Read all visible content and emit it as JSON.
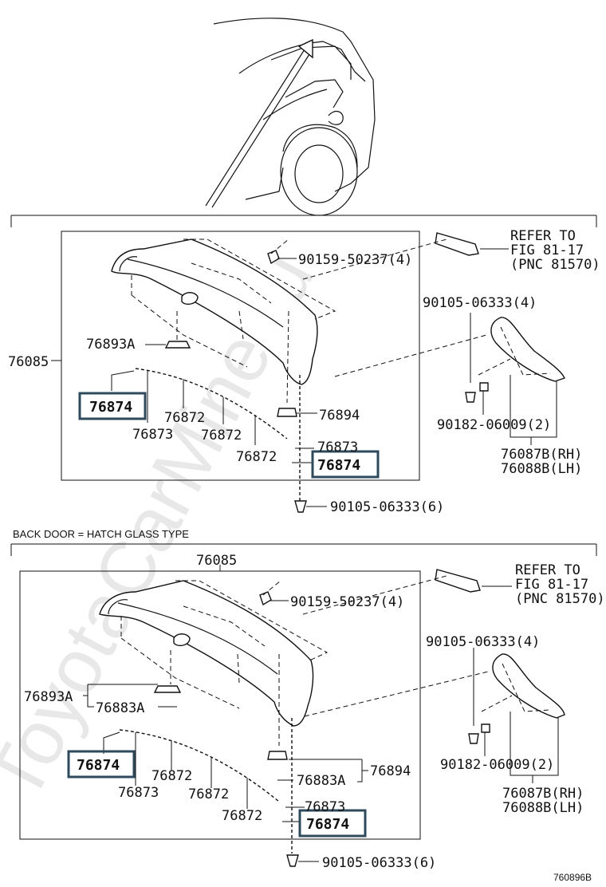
{
  "watermark": "ToyotaCarMine.ru",
  "section_caption": "BACK DOOR = HATCH GLASS TYPE",
  "diagram_code": "760896B",
  "top": {
    "assembly": "76085",
    "clip": "76893A",
    "bolt_top": "90159-50237(4)",
    "refer_1": "REFER TO",
    "refer_2": "FIG 81-17",
    "refer_3": "(PNC 81570)",
    "bolt_side": "90105-06333(4)",
    "nut": "90182-06009(2)",
    "rh": "76087B(RH)",
    "lh": "76088B(LH)",
    "tape_a": "76874",
    "tape_b": "76874",
    "t873_a": "76873",
    "t873_b": "76873",
    "t872_a": "76872",
    "t872_b": "76872",
    "t872_c": "76872",
    "clip_b": "76894",
    "bolt_bottom": "90105-06333(6)"
  },
  "bottom": {
    "assembly": "76085",
    "clip": "76893A",
    "clip_sub": "76883A",
    "clip_sub_b": "76883A",
    "bolt_top": "90159-50237(4)",
    "refer_1": "REFER TO",
    "refer_2": "FIG 81-17",
    "refer_3": "(PNC 81570)",
    "bolt_side": "90105-06333(4)",
    "nut": "90182-06009(2)",
    "rh": "76087B(RH)",
    "lh": "76088B(LH)",
    "tape_a": "76874",
    "tape_b": "76874",
    "t873_a": "76873",
    "t873_b": "76873",
    "t872_a": "76872",
    "t872_b": "76872",
    "t872_c": "76872",
    "clip_b": "76894",
    "bolt_bottom": "90105-06333(6)"
  }
}
